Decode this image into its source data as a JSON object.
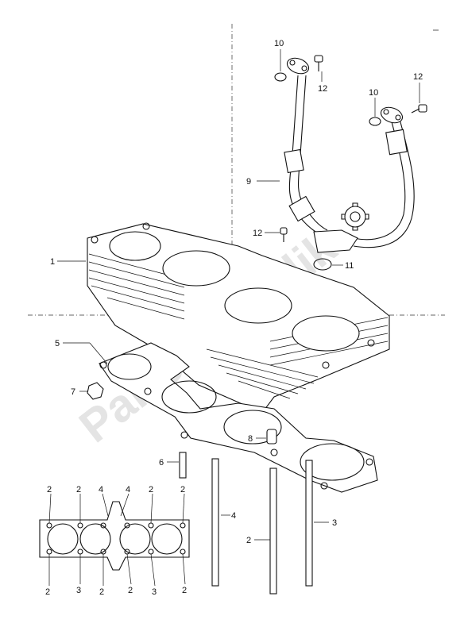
{
  "watermark": "PartsRepublik",
  "callouts": {
    "c1": "1",
    "c2a": "2",
    "c2b": "2",
    "c3": "3",
    "c4": "4",
    "c5": "5",
    "c6": "6",
    "c7": "7",
    "c8": "8",
    "c9": "9",
    "c10a": "10",
    "c10b": "10",
    "c11": "11",
    "c12a": "12",
    "c12b": "12",
    "c12c": "12"
  },
  "gasket_callouts": {
    "top": [
      "2",
      "2",
      "4",
      "4",
      "2",
      "2"
    ],
    "bottom": [
      "2",
      "3",
      "2",
      "2",
      "3",
      "2"
    ]
  }
}
